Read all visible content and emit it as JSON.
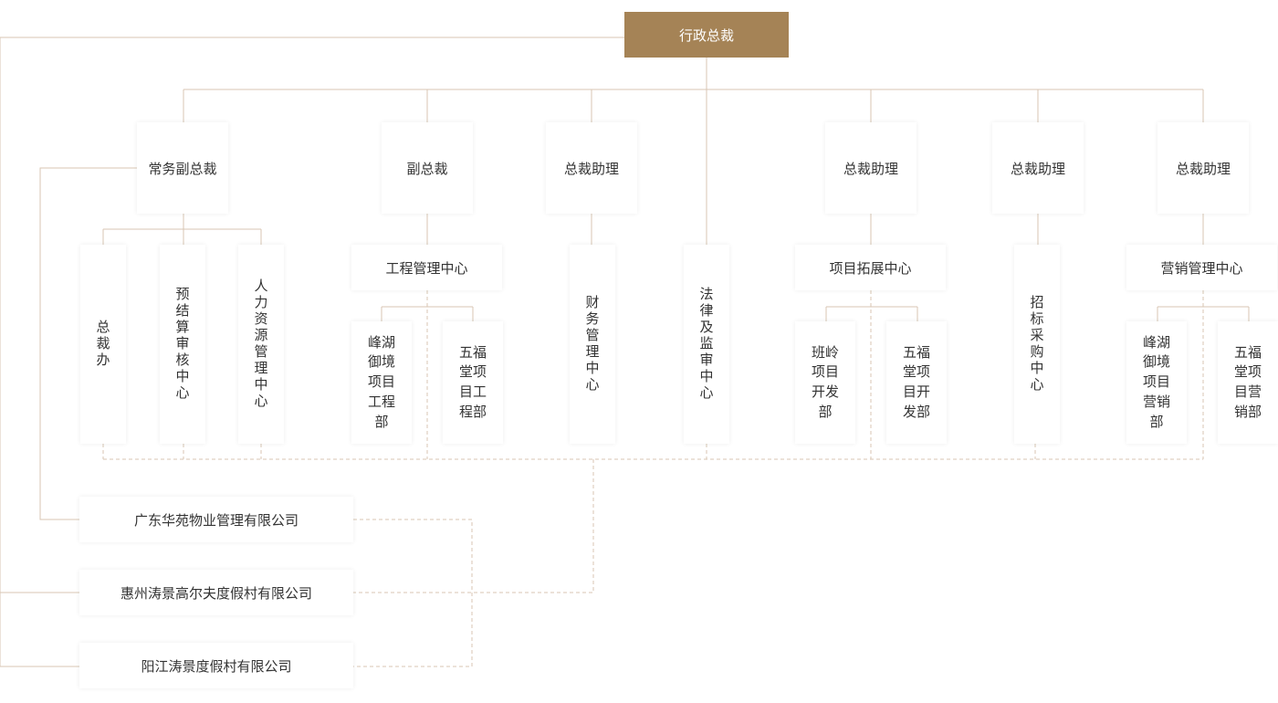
{
  "top": "行政总裁",
  "level2": {
    "evp": "常务副总裁",
    "vp": "副总裁",
    "assistant_1": "总裁助理",
    "assistant_2": "总裁助理",
    "assistant_3": "总裁助理",
    "assistant_4": "总裁助理"
  },
  "departments": {
    "president_office": "总裁办",
    "budget_audit": "预结算审核中心",
    "hr_center": "人力资源管理中心",
    "engineering_center": "工程管理中心",
    "finance_center": "财务管理中心",
    "legal_center": "法律及监审中心",
    "expansion_center": "项目拓展中心",
    "procurement_center": "招标采购中心",
    "marketing_center": "营销管理中心"
  },
  "subunits": {
    "fenghu_engineering": "峰湖御境项目工程部",
    "wufu_engineering": "五福堂项目工程部",
    "banling_development": "班岭项目开发部",
    "wufu_development": "五福堂项目开发部",
    "fenghu_marketing": "峰湖御境项目营销部",
    "wufu_marketing": "五福堂项目营销部"
  },
  "companies": {
    "property": "广东华苑物业管理有限公司",
    "golf": "惠州涛景高尔夫度假村有限公司",
    "yangjiang": "阳江涛景度假村有限公司"
  },
  "colors": {
    "accent": "#a58356",
    "line": "#d8c6b3",
    "text": "#333333"
  }
}
